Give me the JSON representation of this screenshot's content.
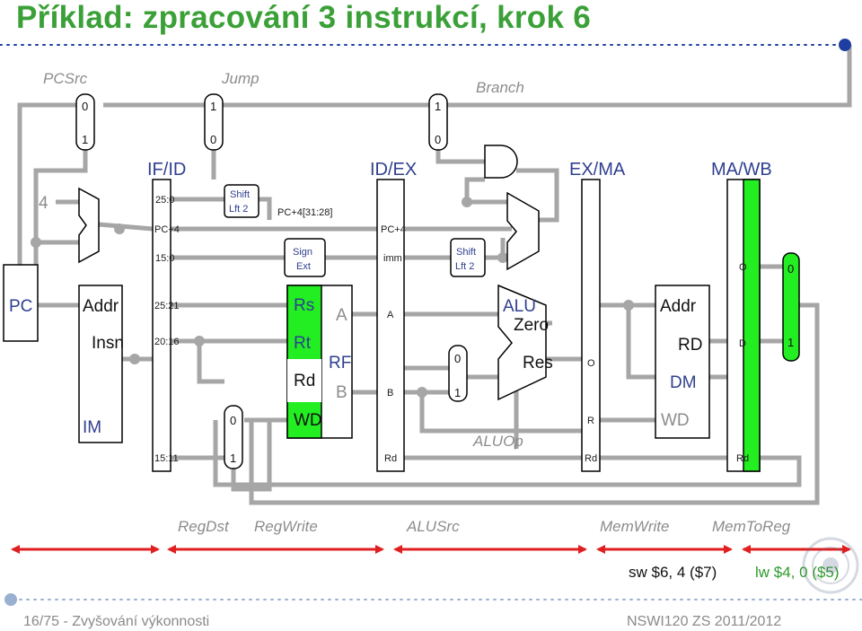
{
  "slide": {
    "title": "Příklad: zpracování 3 instrukcí, krok 6",
    "page_info": "16/75 - Zvyšování výkonnosti",
    "course": "NSWI120 ZS 2011/2012",
    "accent_color": "#3aa037",
    "pipeline_blue": "#2f3f8f"
  },
  "stages": {
    "if_id": "IF/ID",
    "id_ex": "ID/EX",
    "ex_ma": "EX/MA",
    "ma_wb": "MA/WB"
  },
  "signals": {
    "pcsrc": "PCSrc",
    "jump": "Jump",
    "branch": "Branch",
    "regdst": "RegDst",
    "regwrite": "RegWrite",
    "alusrc": "ALUSrc",
    "memwrite": "MemWrite",
    "memtoreg": "MemToReg",
    "aluop": "ALUOp"
  },
  "constants": {
    "four": "4"
  },
  "mux": {
    "zero": "0",
    "one": "1"
  },
  "pc": {
    "label": "PC"
  },
  "imem": {
    "addr": "Addr",
    "insn": "Insn",
    "name": "IM"
  },
  "if_id_fields": {
    "f25_0": "25:0",
    "pc4": "PC+4",
    "f15_0": "15:0",
    "f25_21": "25:21",
    "f20_16": "20:16",
    "f15_11": "15:11"
  },
  "shift_left": {
    "line1": "Shift",
    "line2": "Lft 2"
  },
  "sign_ext": {
    "line1": "Sign",
    "line2": "Ext"
  },
  "pc_upper": "PC+4[31:28]",
  "regfile": {
    "rs": "Rs",
    "rt": "Rt",
    "rd": "Rd",
    "wd": "WD",
    "a": "A",
    "rf": "RF",
    "b": "B"
  },
  "id_ex_fields": {
    "pc4": "PC+4",
    "imm": "imm",
    "a": "A",
    "b": "B",
    "rd": "Rd"
  },
  "alu": {
    "name": "ALU",
    "zero": "Zero",
    "res": "Res"
  },
  "ex_ma_fields": {
    "o": "O",
    "r": "R",
    "rd": "Rd"
  },
  "dmem": {
    "addr": "Addr",
    "rd": "RD",
    "name": "DM",
    "wd": "WD"
  },
  "ma_wb_fields": {
    "o": "O",
    "d": "D",
    "rd": "Rd"
  },
  "instructions": {
    "sw": "sw $6, 4 ($7)",
    "lw": "lw $4, 0 ($5)"
  },
  "colors": {
    "wire": "#a6a6a6",
    "active": "#22ee22",
    "arrow": "#e02020",
    "dots": "#1f3fa0"
  }
}
